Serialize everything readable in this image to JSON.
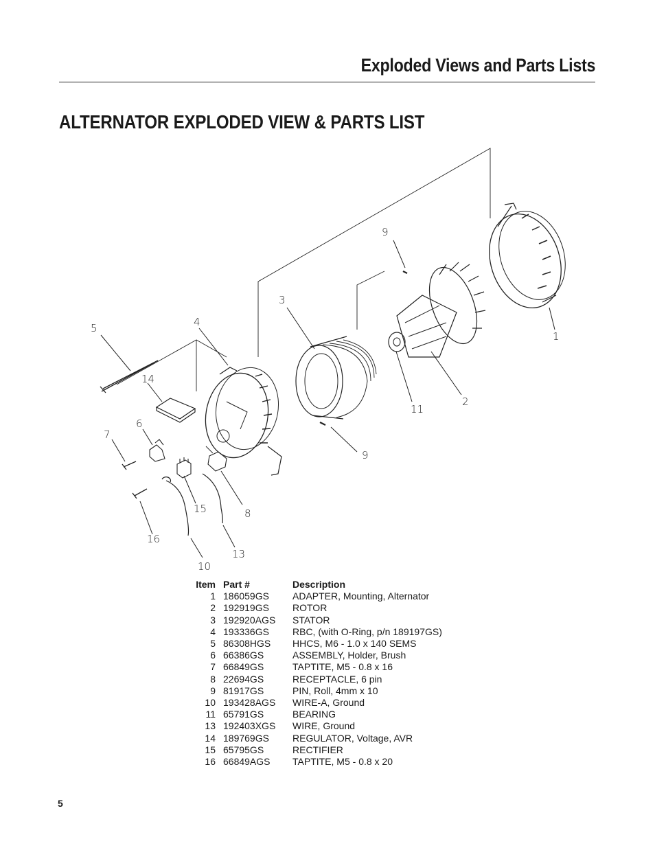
{
  "header": {
    "title": "Exploded Views and Parts Lists"
  },
  "section": {
    "title": "ALTERNATOR EXPLODED VIEW & PARTS LIST"
  },
  "callouts": [
    "1",
    "2",
    "3",
    "4",
    "5",
    "6",
    "7",
    "8",
    "9",
    "9",
    "10",
    "11",
    "13",
    "14",
    "15",
    "16"
  ],
  "parts_table": {
    "headers": {
      "item": "Item",
      "part": "Part #",
      "description": "Description"
    },
    "rows": [
      {
        "item": "1",
        "part": "186059GS",
        "description": "ADAPTER, Mounting, Alternator"
      },
      {
        "item": "2",
        "part": "192919GS",
        "description": "ROTOR"
      },
      {
        "item": "3",
        "part": "192920AGS",
        "description": "STATOR"
      },
      {
        "item": "4",
        "part": "193336GS",
        "description": "RBC, (with O-Ring, p/n 189197GS)"
      },
      {
        "item": "5",
        "part": "86308HGS",
        "description": "HHCS, M6 - 1.0 x 140 SEMS"
      },
      {
        "item": "6",
        "part": "66386GS",
        "description": "ASSEMBLY, Holder, Brush"
      },
      {
        "item": "7",
        "part": "66849GS",
        "description": "TAPTITE, M5 - 0.8 x 16"
      },
      {
        "item": "8",
        "part": "22694GS",
        "description": "RECEPTACLE, 6 pin"
      },
      {
        "item": "9",
        "part": "81917GS",
        "description": "PIN, Roll, 4mm x 10"
      },
      {
        "item": "10",
        "part": "193428AGS",
        "description": "WIRE-A, Ground"
      },
      {
        "item": "11",
        "part": "65791GS",
        "description": "BEARING"
      },
      {
        "item": "13",
        "part": "192403XGS",
        "description": "WIRE, Ground"
      },
      {
        "item": "14",
        "part": "189769GS",
        "description": "REGULATOR, Voltage, AVR"
      },
      {
        "item": "15",
        "part": "65795GS",
        "description": "RECTIFIER"
      },
      {
        "item": "16",
        "part": "66849AGS",
        "description": "TAPTITE, M5 - 0.8 x 20"
      }
    ]
  },
  "page_number": "5"
}
